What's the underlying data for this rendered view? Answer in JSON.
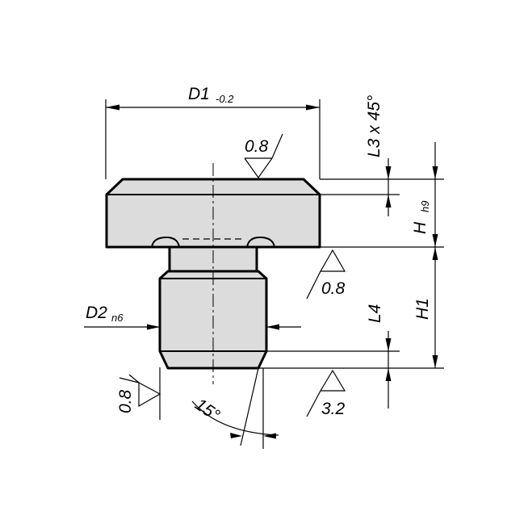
{
  "drawing": {
    "dimensions": {
      "d1": {
        "main": "D1",
        "sub": "-0.2"
      },
      "l3": "L3 x 45°",
      "h": {
        "main": "H",
        "sub": "h9"
      },
      "h1": "H1",
      "l4": "L4",
      "d2": {
        "main": "D2",
        "sub": "n6"
      },
      "angle": "15°"
    },
    "surface_finish": {
      "top": "0.8",
      "shoulder": "0.8",
      "left": "0.8",
      "bottom": "3.2"
    }
  }
}
